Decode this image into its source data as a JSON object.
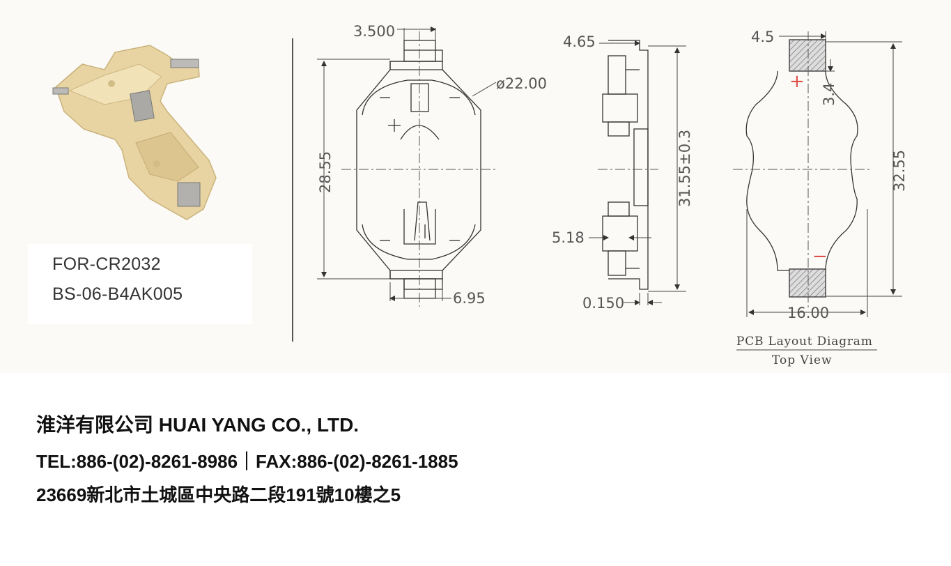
{
  "product": {
    "model_line_1": "FOR-CR2032",
    "model_line_2": "BS-06-B4AK005"
  },
  "dimensions": {
    "top_width": "3.500",
    "diameter": "ø22.00",
    "height_front": "28.55",
    "bottom_width": "6.95",
    "side_top": "4.65",
    "side_height": "31.55±0.3",
    "side_mid": "5.18",
    "side_bottom": "0.150",
    "pcb_top": "4.5",
    "pcb_pad": "3.4",
    "pcb_height": "32.55",
    "pcb_width": "16.00"
  },
  "polarity": {
    "positive": "+",
    "negative": "−"
  },
  "pcb_caption": {
    "line_1": "PCB Layout Diagram",
    "line_2": "Top View"
  },
  "company": {
    "name": "淮洋有限公司 HUAI YANG CO., LTD.",
    "contact": "TEL:886-(02)-8261-8986｜FAX:886-(02)-8261-1885",
    "address": "23669新北市土城區中央路二段191號10樓之5"
  },
  "colors": {
    "holder_body": "#e6d3a0",
    "background": "#fcfaf6",
    "polarity_red": "#e0504a"
  }
}
